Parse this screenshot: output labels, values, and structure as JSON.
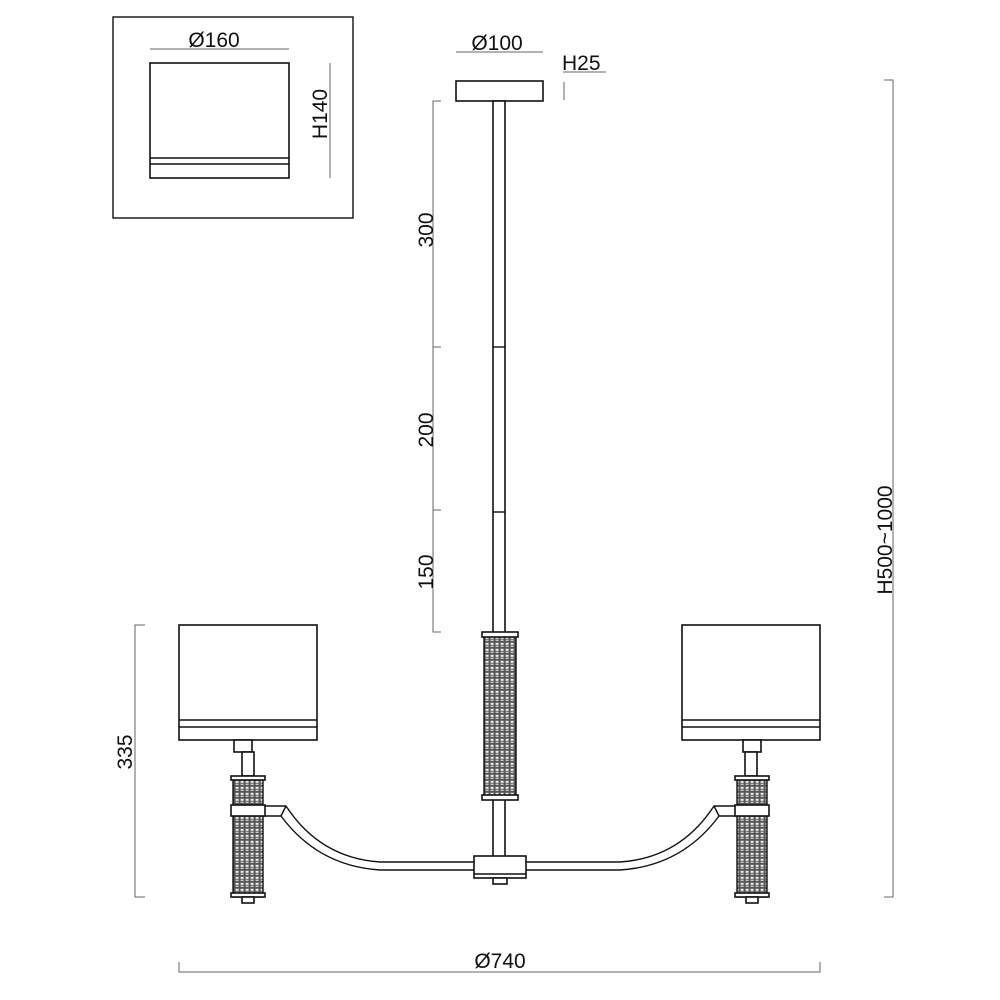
{
  "dimensions": {
    "shade_diameter": "Ø160",
    "shade_height": "H140",
    "canopy_diameter": "Ø100",
    "canopy_height": "H25",
    "rod_1": "300",
    "rod_2": "200",
    "rod_3": "150",
    "arm_height": "335",
    "total_height": "H500~1000",
    "total_diameter": "Ø740"
  },
  "colors": {
    "line": "#111111",
    "dimension_line": "#666666"
  }
}
